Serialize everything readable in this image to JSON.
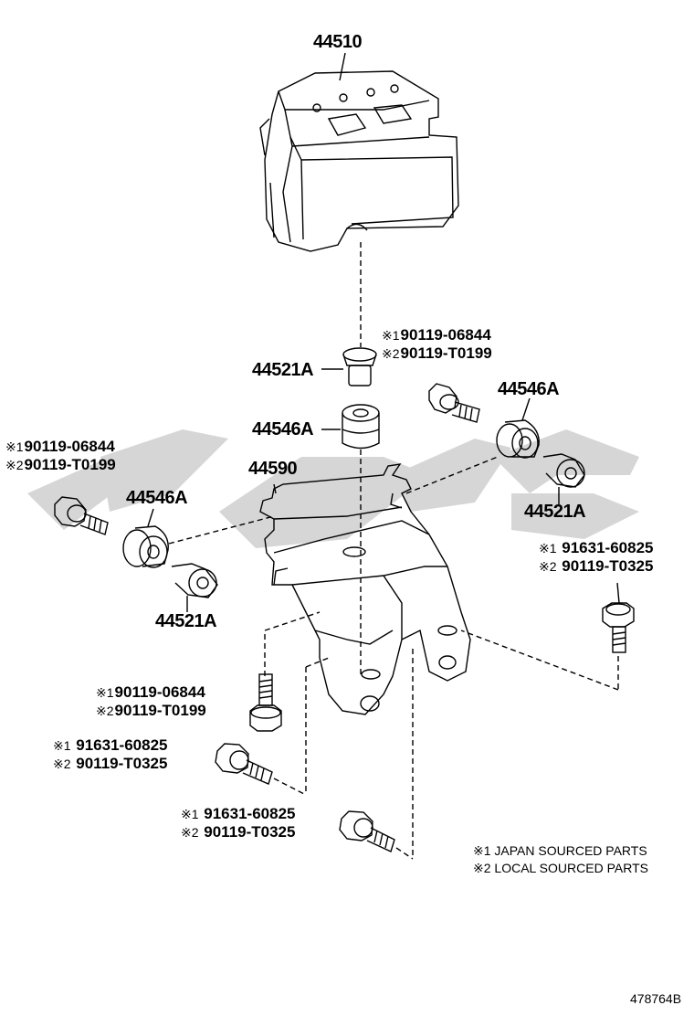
{
  "labels": {
    "p44510": "44510",
    "p44521a_top": "44521A",
    "p44546a_mid": "44546A",
    "p44590": "44590",
    "p44546a_right": "44546A",
    "p44521a_right": "44521A",
    "p44546a_left": "44546A",
    "p44521a_left": "44521A"
  },
  "callouts": {
    "bolt_top": {
      "m1": "※1",
      "a": "90119-06844",
      "m2": "※2",
      "b": "90119-T0199"
    },
    "bolt_left": {
      "m1": "※1",
      "a": "90119-06844",
      "m2": "※2",
      "b": "90119-T0199"
    },
    "bolt_right": {
      "m1": "※1",
      "a": "91631-60825",
      "m2": "※2",
      "b": "90119-T0325"
    },
    "bolt_lower1": {
      "m1": "※1",
      "a": "90119-06844",
      "m2": "※2",
      "b": "90119-T0199"
    },
    "bolt_lower2": {
      "m1": "※1",
      "a": "91631-60825",
      "m2": "※2",
      "b": "90119-T0325"
    },
    "bolt_lower3": {
      "m1": "※1",
      "a": "91631-60825",
      "m2": "※2",
      "b": "90119-T0325"
    }
  },
  "notes": {
    "n1": "※1 JAPAN SOURCED PARTS",
    "n2": "※2 LOCAL SOURCED PARTS"
  },
  "figure_number": "478764B",
  "colors": {
    "line": "#000000",
    "watermark": "#d6d6d6"
  }
}
